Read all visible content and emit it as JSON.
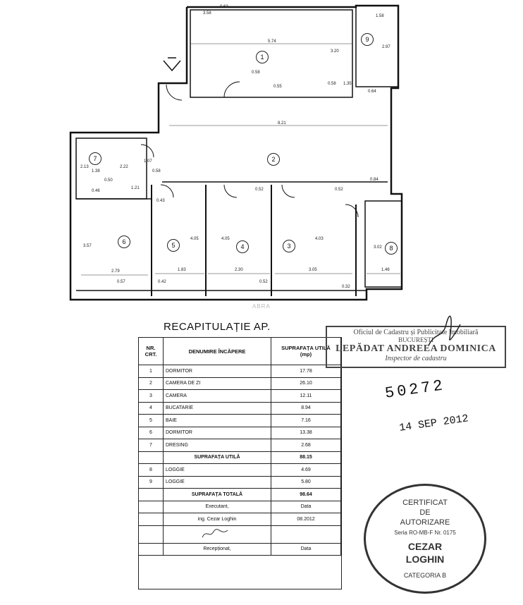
{
  "plan": {
    "watermark": "ABRA",
    "rooms": [
      {
        "id": "1",
        "dims": [
          "3.58",
          "0.63",
          "5.74",
          "3.20",
          "0.58",
          "0.55",
          "0.58",
          "1.35"
        ]
      },
      {
        "id": "2",
        "dims": [
          "8.21",
          "0.84"
        ]
      },
      {
        "id": "3",
        "dims": [
          "0.52",
          "4.03",
          "3.05",
          "0.32"
        ]
      },
      {
        "id": "4",
        "dims": [
          "0.52",
          "4.05",
          "2.30",
          "0.52"
        ]
      },
      {
        "id": "5",
        "dims": [
          "0.43",
          "4.05",
          "1.83",
          "0.42"
        ]
      },
      {
        "id": "6",
        "dims": [
          "3.57",
          "2.79",
          "0.57"
        ]
      },
      {
        "id": "7",
        "dims": [
          "2.13",
          "1.38",
          "2.22",
          "1.07",
          "0.58",
          "0.50",
          "0.46",
          "1.21"
        ]
      },
      {
        "id": "8",
        "dims": [
          "3.02",
          "1.46"
        ]
      },
      {
        "id": "9",
        "dims": [
          "1.58",
          "2.97",
          "0.64"
        ]
      }
    ]
  },
  "recap": {
    "title": "RECAPITULAȚIE AP.",
    "headers": {
      "nr": "NR.\nCRT.",
      "name": "DENUMIRE ÎNCĂPERE",
      "area": "SUPRAFAȚA UTILĂ\n(mp)"
    },
    "rows": [
      {
        "nr": "1",
        "name": "DORMITOR",
        "area": "17.78"
      },
      {
        "nr": "2",
        "name": "CAMERA DE ZI",
        "area": "26.10"
      },
      {
        "nr": "3",
        "name": "CAMERA",
        "area": "12.11"
      },
      {
        "nr": "4",
        "name": "BUCATARIE",
        "area": "8.94"
      },
      {
        "nr": "5",
        "name": "BAIE",
        "area": "7.16"
      },
      {
        "nr": "6",
        "name": "DORMITOR",
        "area": "13.38"
      },
      {
        "nr": "7",
        "name": "DRESING",
        "area": "2.68"
      }
    ],
    "util_label": "SUPRAFAȚA UTILĂ",
    "util_value": "88.15",
    "loggias": [
      {
        "nr": "8",
        "name": "LOGGIE",
        "area": "4.69"
      },
      {
        "nr": "9",
        "name": "LOGGIE",
        "area": "5.80"
      }
    ],
    "total_label": "SUPRAFAȚA TOTALĂ",
    "total_value": "98.64",
    "executant_label": "Executant,",
    "date_label": "Data",
    "executant_name": "ing. Cezar Loghin",
    "executant_date": "08.2012",
    "receptionat_label": "Recepționat,",
    "receptionat_date_label": "Data"
  },
  "stamps": {
    "office_line1": "Oficiul de Cadastru și Publicitate Imobiliară",
    "office_line2": "BUCUREȘTI",
    "inspector_name": "LEPĂDAT ANDREEA DOMINICA",
    "inspector_role": "Inspector de cadastru",
    "number": "50272",
    "date": "14 SEP 2012",
    "seal_line1": "CERTIFICAT",
    "seal_line2": "DE",
    "seal_line3": "AUTORIZARE",
    "seal_line4": "Seria RO-MB-F Nr. 0175",
    "seal_line5": "CEZAR",
    "seal_line6": "LOGHIN",
    "seal_line7": "CATEGORIA B"
  }
}
